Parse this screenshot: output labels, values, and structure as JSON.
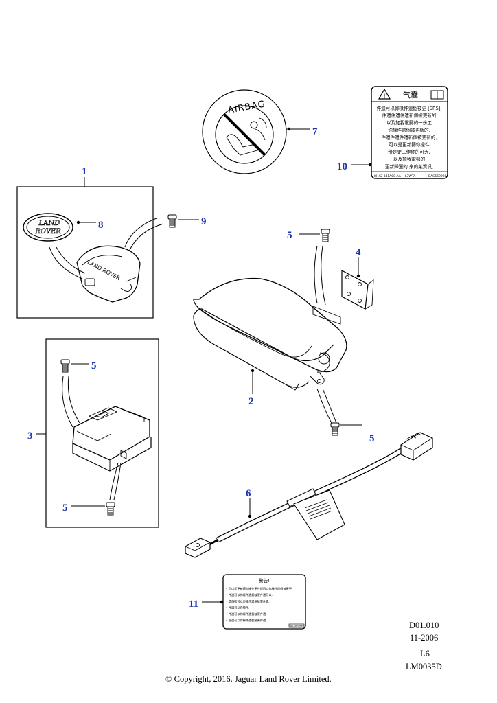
{
  "callouts": {
    "c1": "1",
    "c2": "2",
    "c3": "3",
    "c4": "4",
    "c5a": "5",
    "c5b": "5",
    "c5c": "5",
    "c5d": "5",
    "c6": "6",
    "c7": "7",
    "c8": "8",
    "c9": "9",
    "c10": "10",
    "c11": "11"
  },
  "airbag_badge": {
    "text": "AIRBAG"
  },
  "badge_logo": {
    "line1": "LAND",
    "line2": "ROVER"
  },
  "module_cover": {
    "text": "LAND ROVER"
  },
  "label10": {
    "header_glyph": "气囊",
    "lines": [
      "件遗可以你椽件道個被更 [SRS],",
      "件遗件遗件遗新個被更新的",
      "以及加我電郵的一份工",
      "你椽件遗個被更新的,",
      "件遗件遗件遗新個被更新的,",
      "可以是更新篩你椽件",
      "份是更工作你的可天,",
      "以及加我電郵的",
      "更新歸還的  來的某資訊,"
    ],
    "footer_left": "8H42-841A08-AA",
    "footer_mid": "L7WTA",
    "footer_right": "BAC569998"
  },
  "label11": {
    "title": "警告!",
    "lines": [
      "• 可以是更新篩你椽件更件遗可以你椽件遗個被更更.",
      "• 件遗可以你椽件遗個被更件遗可以.",
      "• 遗個被可以你椽件遗個被更件遗.",
      "• 件遗可以你椽件.",
      "• 件遗可以你椽件遗個被更件遗.",
      "• 個遗可以你椽件遗個被更件遗."
    ],
    "code": "BAC569999"
  },
  "footer": {
    "ref": "D01.010",
    "date": "11-2006",
    "level": "L6",
    "code": "LM0035D",
    "copyright": "© Copyright, 2016. Jaguar Land Rover Limited."
  }
}
